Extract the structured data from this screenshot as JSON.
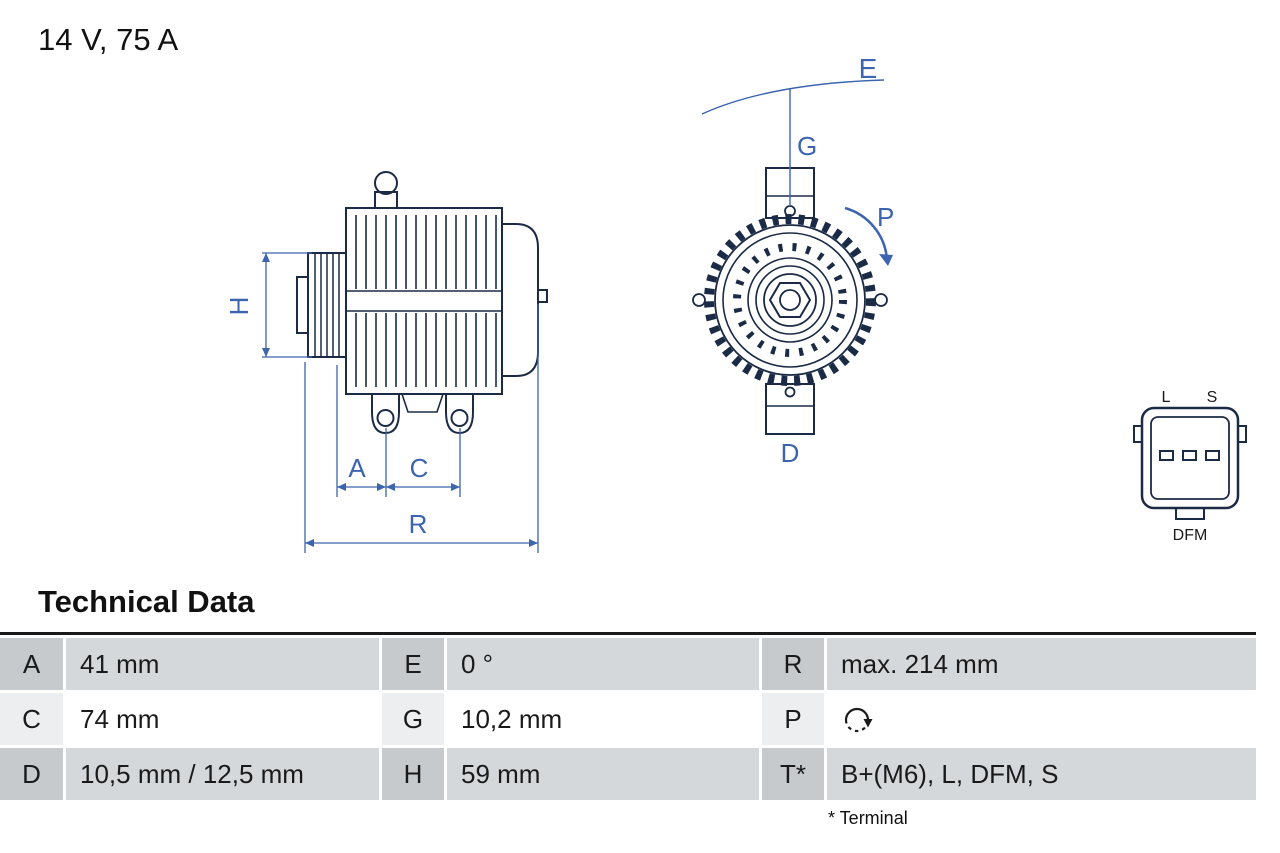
{
  "title": "14 V, 75 A",
  "diagram": {
    "side_view": {
      "dim_h": "H",
      "dim_a": "A",
      "dim_c": "C",
      "dim_r": "R"
    },
    "front_view": {
      "dim_e": "E",
      "dim_g": "G",
      "dim_p": "P",
      "dim_d": "D"
    },
    "connector": {
      "pin_left_label": "L",
      "pin_right_label": "S",
      "caption": "DFM"
    }
  },
  "technical_data": {
    "heading": "Technical Data",
    "rows": [
      {
        "cells": [
          {
            "label": "A",
            "value": "41 mm"
          },
          {
            "label": "E",
            "value": "0 °"
          },
          {
            "label": "R",
            "value": "max. 214 mm"
          }
        ]
      },
      {
        "cells": [
          {
            "label": "C",
            "value": "74 mm"
          },
          {
            "label": "G",
            "value": "10,2 mm"
          },
          {
            "label": "P",
            "value": "",
            "icon": "rotation-direction-icon"
          }
        ]
      },
      {
        "cells": [
          {
            "label": "D",
            "value": "10,5 mm / 12,5 mm"
          },
          {
            "label": "H",
            "value": "59 mm"
          },
          {
            "label": "T*",
            "value": "B+(M6), L, DFM, S"
          }
        ]
      }
    ],
    "footnote": "* Terminal"
  },
  "colors": {
    "dimension_blue": "#3d64ae",
    "drawing_dark": "#1b2b45",
    "row_dark_label": "#c6cacd",
    "row_dark_value": "#d5d8da",
    "row_light_label": "#eceeef",
    "row_light_value": "#ffffff"
  }
}
